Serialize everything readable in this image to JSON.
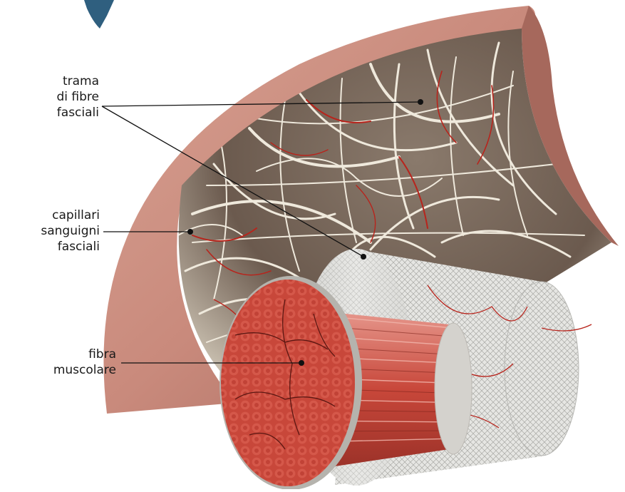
{
  "labels": {
    "trama": [
      "trama",
      "di fibre",
      "fasciali"
    ],
    "capillari": [
      "capillari",
      "sanguigni",
      "fasciali"
    ],
    "fibra": [
      "fibra",
      "muscolare"
    ]
  },
  "colors": {
    "fascia_skin": "#c98a7c",
    "fascia_dark": "#9b5d52",
    "cavity": "#6b5a4e",
    "fiber_white": "#efe9dc",
    "capillary_red": "#b8241c",
    "muscle_red": "#c8473a",
    "muscle_dark": "#8e2a22",
    "sheath_grey": "#d9d9d6",
    "blue_tip": "#2f5f7f"
  }
}
